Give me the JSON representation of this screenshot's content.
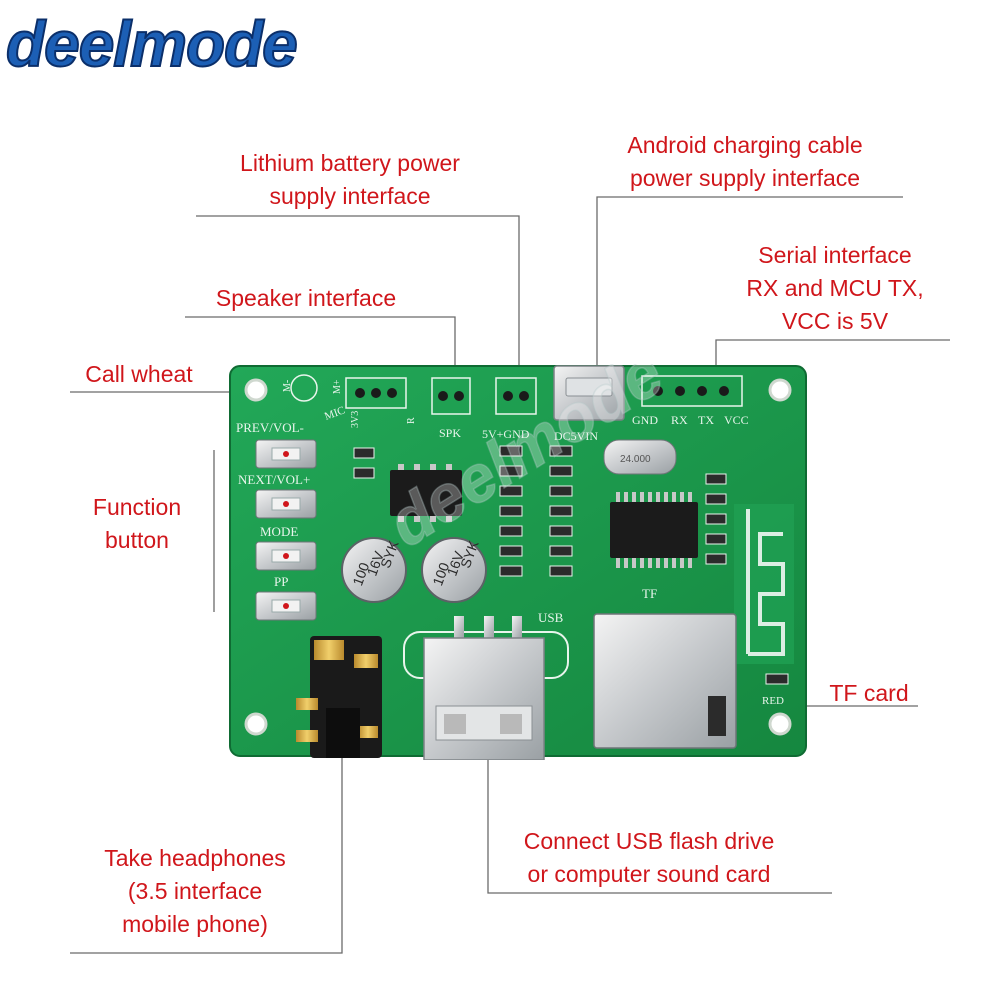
{
  "brand": {
    "logo_text": "deelmode",
    "watermark_text": "deelmode"
  },
  "callouts": {
    "lithium": [
      "Lithium battery power",
      "supply interface"
    ],
    "android": [
      "Android charging cable",
      "power supply interface"
    ],
    "serial": [
      "Serial interface",
      "RX and MCU TX,",
      "VCC is 5V"
    ],
    "speaker": [
      "Speaker interface"
    ],
    "call": [
      "Call wheat"
    ],
    "function": [
      "Function",
      "button"
    ],
    "tf": [
      "TF card"
    ],
    "usb": [
      "Connect  USB flash drive",
      "or computer sound card"
    ],
    "headphones": [
      "Take headphones",
      "(3.5 interface",
      "mobile phone)"
    ]
  },
  "board_silkscreen": {
    "mic": "MIC",
    "m_minus": "M-",
    "m_plus": "M+",
    "v3": "3V3",
    "tx_r": "R",
    "spk": "SPK",
    "five_v_gnd": "5V+GND",
    "dc5vin": "DC5VIN",
    "gnd": "GND",
    "rx": "RX",
    "tx": "TX",
    "vcc": "VCC",
    "prev_vol": "PREV/VOL-",
    "next_vol": "NEXT/VOL+",
    "mode": "MODE",
    "pp": "PP",
    "usb": "USB",
    "tf": "TF",
    "red": "RED",
    "cap_value": "100",
    "cap_voltage": "16V",
    "cap_brand": "SYK",
    "crystal": "24.000"
  },
  "colors": {
    "callout_text": "#d0161b",
    "pcb_green": "#1a9a4c",
    "brand_blue": "#1c5fb5"
  }
}
